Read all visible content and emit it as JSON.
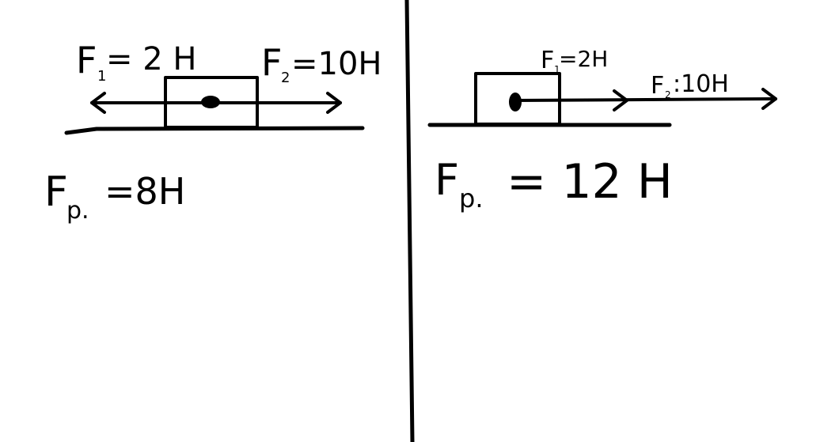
{
  "colors": {
    "ink": "#000000",
    "background": "#ffffff"
  },
  "left_panel": {
    "f1_label": "F",
    "f1_sub": "1",
    "f1_value": "= 2 H",
    "f2_label": "F",
    "f2_sub": "2",
    "f2_value": "=10H",
    "result_label": "F",
    "result_sub": "p.",
    "result_value": "=8H"
  },
  "right_panel": {
    "f1_label": "F",
    "f1_sub": "1",
    "f1_value": "=2H",
    "f2_label": "F",
    "f2_sub": "2",
    "f2_value": ":10H",
    "result_label": "F",
    "result_sub": "p.",
    "result_value": "= 12 H"
  }
}
